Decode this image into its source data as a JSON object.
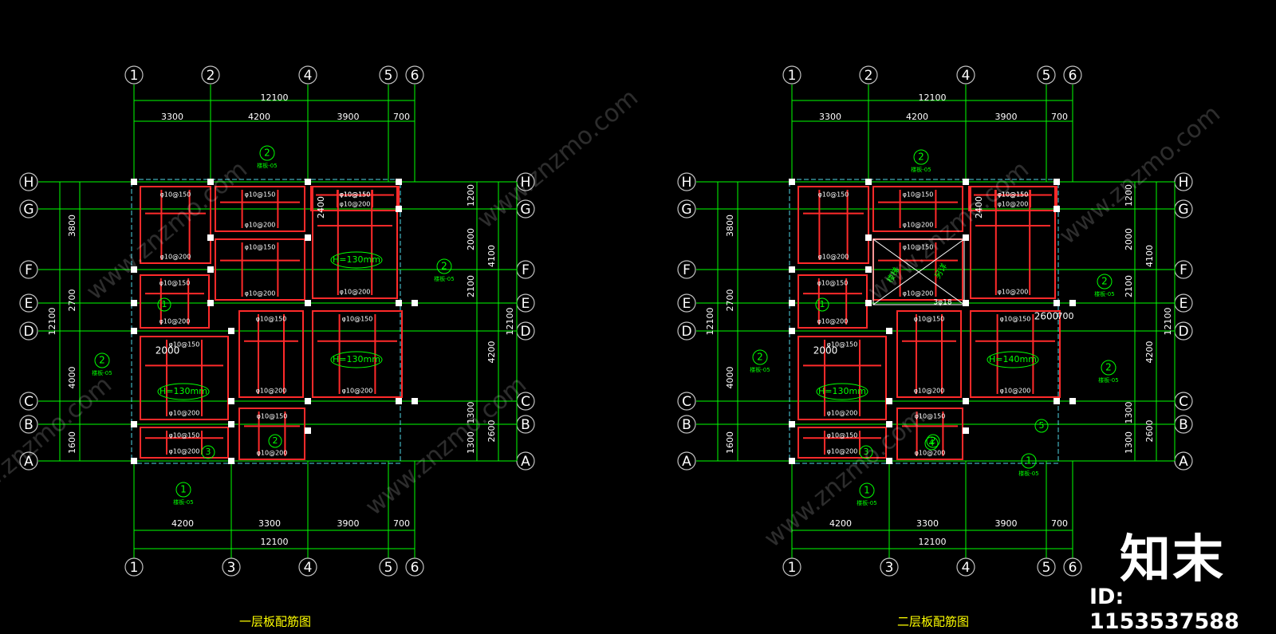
{
  "plans": [
    {
      "title": "一层板配筋图",
      "top_axes": [
        "1",
        "2",
        "4",
        "5",
        "6"
      ],
      "bottom_axes": [
        "1",
        "3",
        "4",
        "5",
        "6"
      ],
      "row_axes": [
        "H",
        "G",
        "F",
        "E",
        "D",
        "C",
        "B",
        "A"
      ],
      "top_total": "12100",
      "top_spans": [
        "3300",
        "4200",
        "3900",
        "700"
      ],
      "bottom_total": "12100",
      "bottom_spans": [
        "4200",
        "3300",
        "3900",
        "700"
      ],
      "left_total": "12100",
      "left_spans": [
        "3800",
        "2700",
        "4000",
        "1600"
      ],
      "right_total": "12100",
      "right_spans_outer": [
        "4100",
        "4200",
        "2600"
      ],
      "right_spans_inner": [
        "1200",
        "2000",
        "2100",
        "1300",
        "1300"
      ],
      "slab_h": [
        "H=130mm",
        "H=130mm",
        "H=130mm"
      ],
      "rebar": [
        "φ10@150",
        "φ10@200"
      ],
      "panels": [
        "1",
        "2",
        "3"
      ],
      "dim_extra": [
        "2400",
        "2000"
      ],
      "callouts": [
        "2",
        "2",
        "2",
        "1"
      ],
      "callout_sub": "楼板-05"
    },
    {
      "title": "二层板配筋图",
      "top_axes": [
        "1",
        "2",
        "4",
        "5",
        "6"
      ],
      "bottom_axes": [
        "1",
        "3",
        "4",
        "5",
        "6"
      ],
      "row_axes": [
        "H",
        "G",
        "F",
        "E",
        "D",
        "C",
        "B",
        "A"
      ],
      "top_total": "12100",
      "top_spans": [
        "3300",
        "4200",
        "3900",
        "700"
      ],
      "bottom_total": "12100",
      "bottom_spans": [
        "4200",
        "3300",
        "3900",
        "700"
      ],
      "left_total": "12100",
      "left_spans": [
        "3800",
        "2700",
        "4000",
        "1600"
      ],
      "right_total": "12100",
      "right_spans_outer": [
        "4100",
        "4200",
        "2600"
      ],
      "right_spans_inner": [
        "1200",
        "2000",
        "2100",
        "1300",
        "1300"
      ],
      "slab_h": [
        "H=130mm",
        "H=140mm"
      ],
      "rebar": [
        "φ10@150",
        "φ10@200"
      ],
      "panels": [
        "1",
        "2",
        "3",
        "4",
        "5"
      ],
      "dim_extra": [
        "2400",
        "2000",
        "2600",
        "700"
      ],
      "stair": [
        "楼梯",
        "另详"
      ],
      "beam_note": "3φ18",
      "callouts": [
        "2",
        "2",
        "2",
        "2",
        "1",
        "1"
      ],
      "callout_sub": "楼板-05"
    }
  ],
  "watermark": "www.znzmo.com",
  "brand": "知末",
  "brand_id": "ID: 1153537588",
  "colors": {
    "bg": "#000000",
    "green": "#00ff00",
    "red": "#ff2a2a",
    "white": "#ffffff",
    "cyan": "#4fd6e6",
    "grid": "#c0c0c0"
  }
}
